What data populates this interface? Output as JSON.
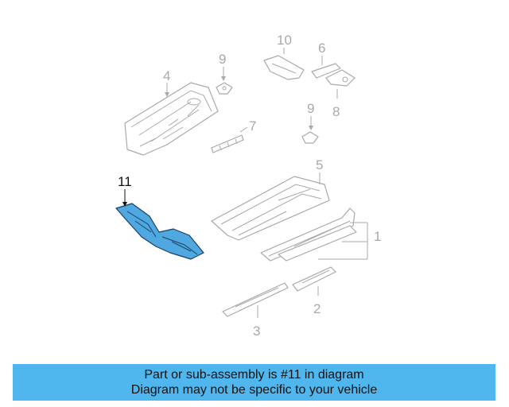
{
  "diagram": {
    "highlight_color": "#4fa8e0",
    "callouts": {
      "c1": "1",
      "c2": "2",
      "c3": "3",
      "c4": "4",
      "c5": "5",
      "c6": "6",
      "c7": "7",
      "c8": "8",
      "c9a": "9",
      "c9b": "9",
      "c10": "10",
      "c11": "11"
    }
  },
  "banner": {
    "background": "#4fb6ee",
    "line1": "Part or sub-assembly is #11 in diagram",
    "line2": "Diagram may not be specific to your vehicle"
  }
}
